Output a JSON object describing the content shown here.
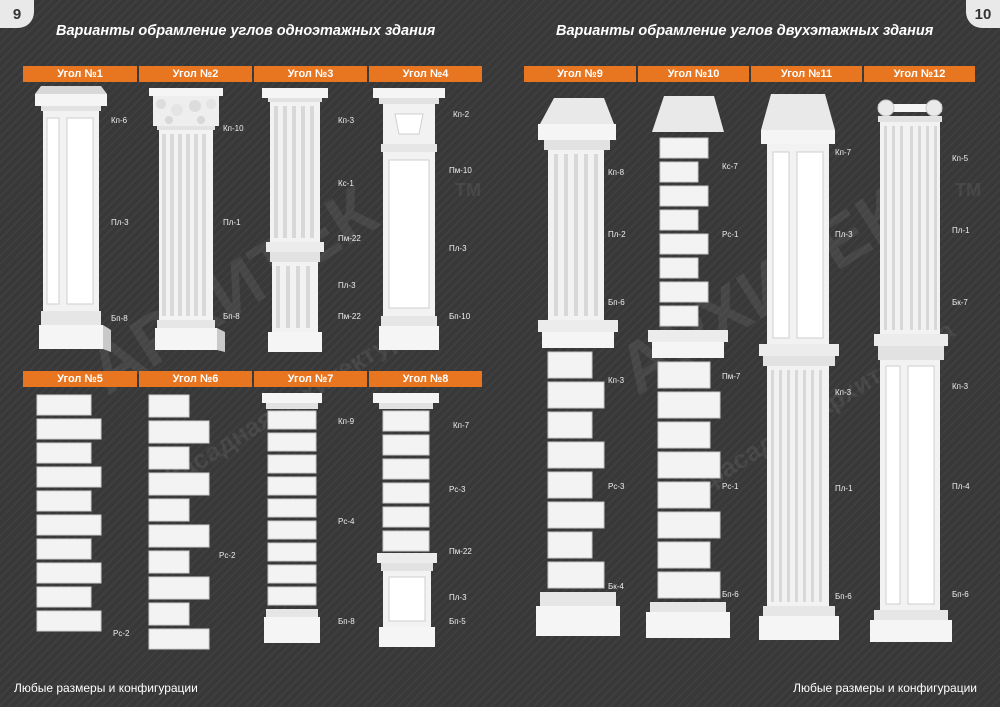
{
  "pages": {
    "left": "9",
    "right": "10"
  },
  "titles": {
    "left": "Варианты обрамление углов одноэтажных здания",
    "right": "Варианты обрамление углов двухэтажных здания"
  },
  "tabs": {
    "row1": [
      "Угол №1",
      "Угол №2",
      "Угол №3",
      "Угол №4"
    ],
    "row2": [
      "Угол №5",
      "Угол №6",
      "Угол №7",
      "Угол №8"
    ],
    "row3": [
      "Угол №9",
      "Угол №10",
      "Угол №11",
      "Угол №12"
    ]
  },
  "parts": {
    "c1": [
      "Кп-6",
      "Пл-3",
      "Бп-8"
    ],
    "c2": [
      "Кп-10",
      "Пл-1",
      "Бп-8"
    ],
    "c3": [
      "Кп-3",
      "Кс-1",
      "Пм-22",
      "Пл-3",
      "Пм-22"
    ],
    "c4": [
      "Кп-2",
      "Пм-10",
      "Пл-3",
      "Бп-10"
    ],
    "c5": [
      "Рс-2"
    ],
    "c6": [
      "Рс-2"
    ],
    "c7": [
      "Кп-9",
      "Рс-4",
      "Бп-8"
    ],
    "c8": [
      "Кп-7",
      "Рс-3",
      "Пм-22",
      "Пл-3",
      "Бп-5"
    ],
    "c9": [
      "Кп-8",
      "Пл-2",
      "Бп-6",
      "Кп-3",
      "Рс-3",
      "Бк-4"
    ],
    "c10": [
      "Кс-7",
      "Рс-1",
      "Пм-7",
      "Рс-1",
      "Бп-6"
    ],
    "c11": [
      "Кп-7",
      "Пл-3",
      "Кп-3",
      "Пл-1",
      "Бп-6"
    ],
    "c12": [
      "Кп-5",
      "Пл-1",
      "Бк-7",
      "Кп-3",
      "Пл-4",
      "Бп-6"
    ]
  },
  "watermark": {
    "brand": "АРХИТЕК",
    "tm": "ТМ",
    "tagline": "фасадная архитектура"
  },
  "footer": {
    "text": "Любые размеры и конфигурации"
  }
}
